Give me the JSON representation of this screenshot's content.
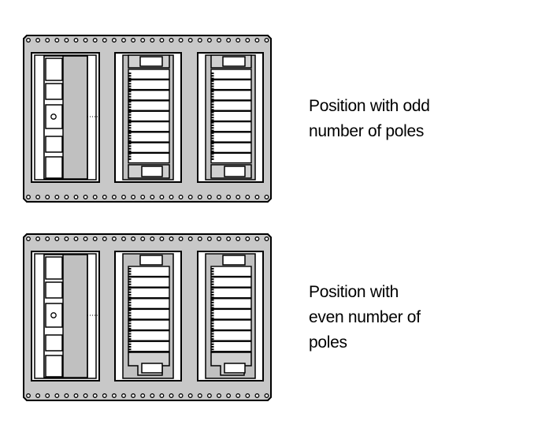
{
  "colors": {
    "rail": "#c8c8c8",
    "stroke": "#000000",
    "panel": "#ffffff",
    "module_body": "#c0c0c0",
    "bracket": "#d0d0d0",
    "hole": "#ffffff"
  },
  "configurations": [
    {
      "id": "odd",
      "caption_lines": [
        "Position with odd",
        "number of poles"
      ]
    },
    {
      "id": "even",
      "caption_lines": [
        "Position with",
        "even number of",
        "poles"
      ]
    }
  ]
}
